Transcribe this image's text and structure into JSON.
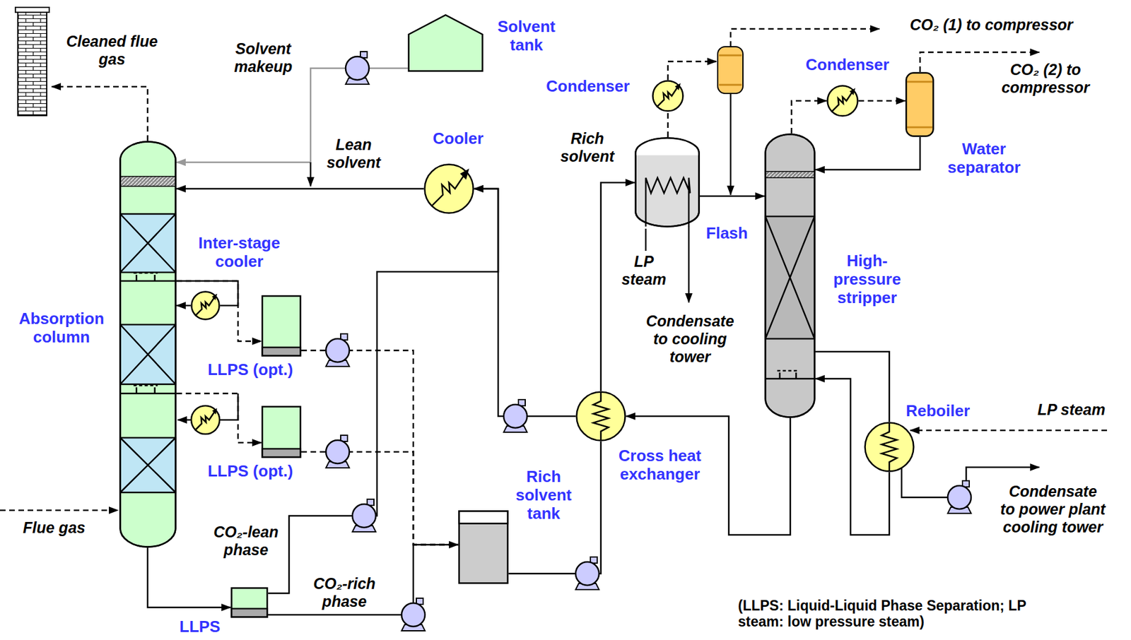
{
  "diagram": {
    "nodes": [
      {
        "text": [
          "Absorption column"
        ]
      },
      {
        "text": [
          "Solvent tank"
        ]
      },
      {
        "text": [
          "Inter-stage cooler"
        ]
      },
      {
        "text": [
          "LLPS (opt.)"
        ]
      },
      {
        "text": [
          "LLPS (opt.)"
        ]
      },
      {
        "text": [
          "LLPS"
        ]
      },
      {
        "text": [
          "Cooler"
        ]
      },
      {
        "text": [
          "Rich solvent tank"
        ]
      },
      {
        "text": [
          "Cross heat exchanger"
        ]
      },
      {
        "text": [
          "Flash"
        ]
      },
      {
        "text": [
          "Condenser"
        ]
      },
      {
        "text": [
          "High-pressure stripper"
        ]
      },
      {
        "text": [
          "Condenser"
        ]
      },
      {
        "text": [
          "Water separator"
        ]
      },
      {
        "text": [
          "Reboiler"
        ]
      }
    ],
    "edges": [
      {
        "from": 6,
        "to": 0,
        "arrow": "to"
      },
      {
        "from": 1,
        "to": 0,
        "arrow": "to"
      },
      {
        "from": 0,
        "to": 2,
        "arrow": "none"
      },
      {
        "from": 2,
        "to": 0,
        "arrow": "to"
      },
      {
        "from": 0,
        "to": 3,
        "arrow": "to"
      },
      {
        "from": 3,
        "to": 7,
        "arrow": "none"
      },
      {
        "from": 0,
        "to": 4,
        "arrow": "to"
      },
      {
        "from": 4,
        "to": 7,
        "arrow": "none"
      },
      {
        "from": 0,
        "to": 5,
        "arrow": "to"
      },
      {
        "from": 5,
        "to": 7,
        "arrow": "to"
      },
      {
        "from": 5,
        "to": 6,
        "arrow": "to"
      },
      {
        "from": 7,
        "to": 8,
        "arrow": "none"
      },
      {
        "from": 8,
        "to": 9,
        "arrow": "to"
      },
      {
        "from": 9,
        "to": 11,
        "arrow": "to"
      },
      {
        "from": 9,
        "to": 10,
        "arrow": "none"
      },
      {
        "from": 11,
        "to": 12,
        "arrow": "to"
      },
      {
        "from": 12,
        "to": 13,
        "arrow": "to"
      },
      {
        "from": 13,
        "to": 11,
        "arrow": "to"
      },
      {
        "from": 11,
        "to": 14,
        "arrow": "none"
      },
      {
        "from": 14,
        "to": 11,
        "arrow": "to"
      },
      {
        "from": 11,
        "to": 8,
        "arrow": "to"
      },
      {
        "from": 8,
        "to": 6,
        "arrow": "to"
      }
    ],
    "labels": [
      "Cleaned flue gas",
      "Solvent makeup",
      "Lean solvent",
      "Flue gas",
      "CO₂-lean phase",
      "CO₂-rich phase",
      "Rich solvent",
      "LP steam",
      "Condensate to cooling tower",
      "CO₂ (1) to compressor",
      "CO₂ (2) to compressor",
      "LP steam",
      "Condensate to power plant cooling tower",
      "(LLPS: Liquid-Liquid Phase Separation; LP steam: low pressure steam)"
    ]
  }
}
